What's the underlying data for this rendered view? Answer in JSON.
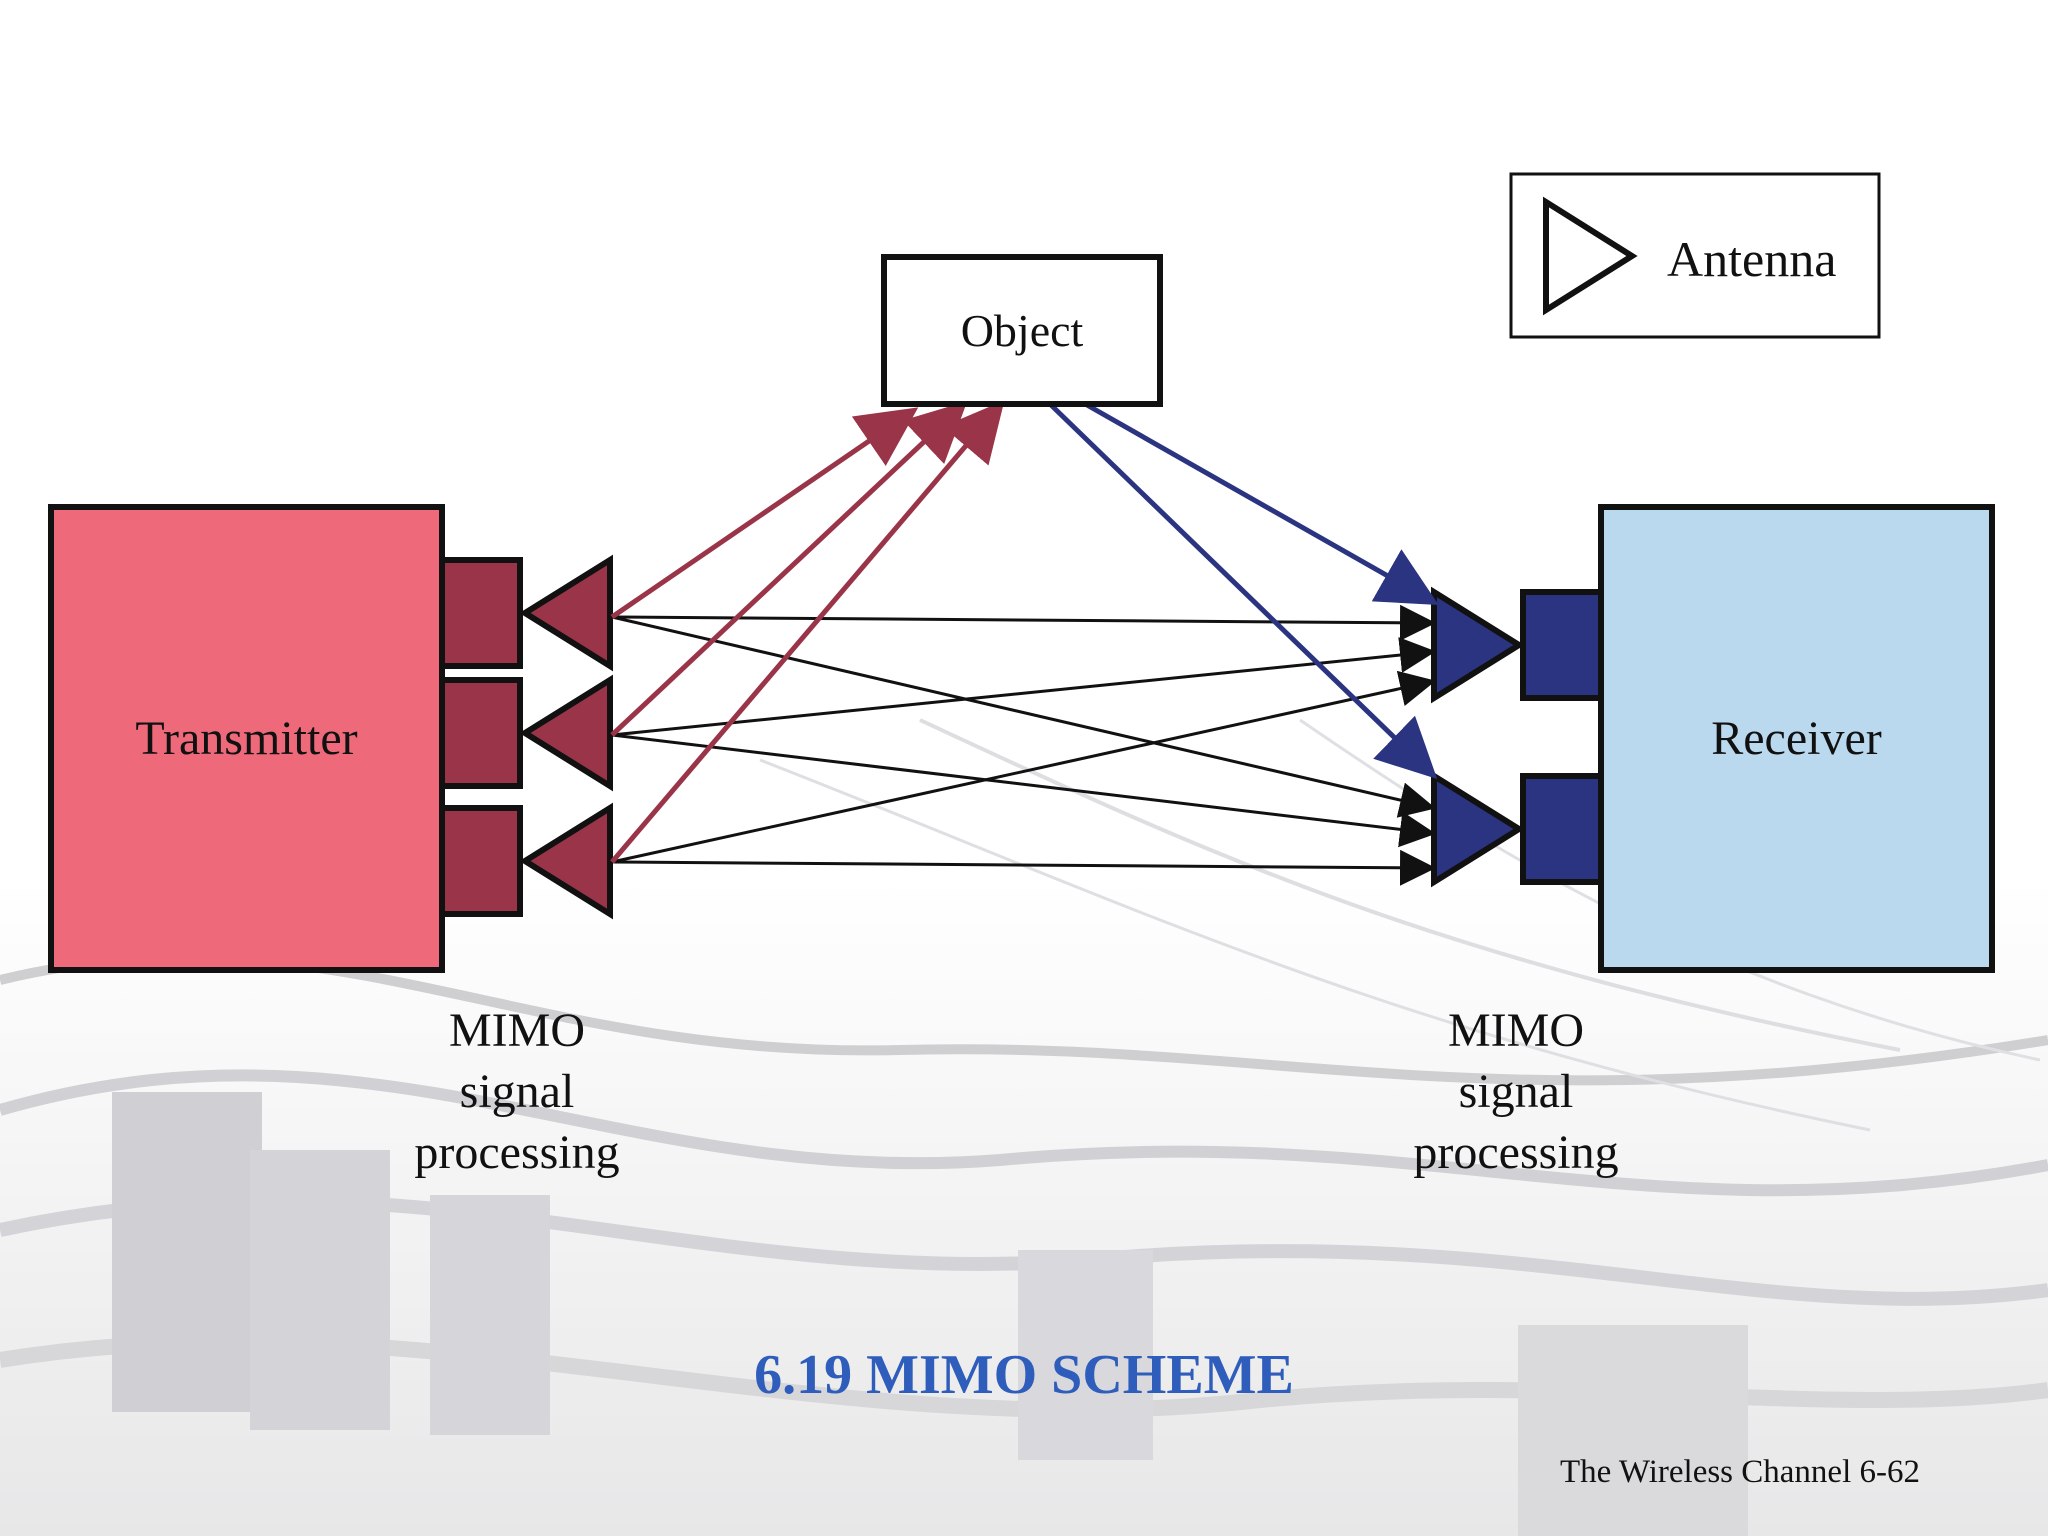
{
  "diagram": {
    "object_label": "Object",
    "legend_label": "Antenna",
    "transmitter_label": "Transmitter",
    "receiver_label": "Receiver",
    "tx_processing": [
      "MIMO",
      "signal",
      "processing"
    ],
    "rx_processing": [
      "MIMO",
      "signal",
      "processing"
    ]
  },
  "title": "6.19 MIMO SCHEME",
  "footer": "The Wireless Channel 6-62",
  "colors": {
    "transmitter_fill": "#ee6a7b",
    "tx_antenna": "#9a3448",
    "receiver_fill": "#bad9ef",
    "rx_antenna": "#2b3480",
    "title": "#2f5dbb",
    "black": "#111111"
  }
}
